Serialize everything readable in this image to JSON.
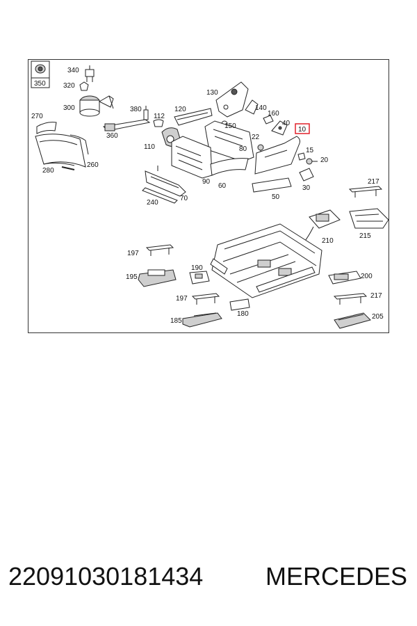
{
  "diagram": {
    "labels": [
      "340",
      "320",
      "300",
      "350",
      "380",
      "112",
      "120",
      "130",
      "140",
      "160",
      "150",
      "40",
      "22",
      "10",
      "15",
      "20",
      "30",
      "270",
      "360",
      "110",
      "80",
      "90",
      "60",
      "50",
      "280",
      "260",
      "240",
      "70",
      "217",
      "210",
      "215",
      "197",
      "195",
      "190",
      "200",
      "185",
      "180",
      "205"
    ],
    "highlighted_label": "10",
    "highlight_color": "#e0202a"
  },
  "footer": {
    "part_number": "22091030181434",
    "brand": "MERCEDES"
  }
}
